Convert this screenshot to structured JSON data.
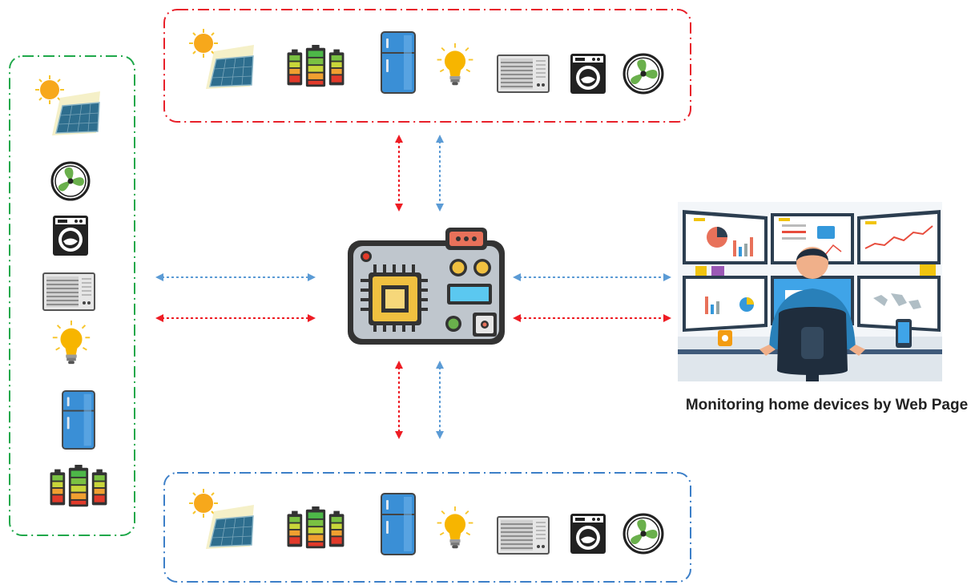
{
  "caption": "Monitoring home devices by Web Page",
  "colors": {
    "group_top": "#e8202a",
    "group_left": "#1fa84a",
    "group_bottom": "#3c7fc8",
    "arrow_red": "#ee1c24",
    "arrow_blue": "#5b9bd5"
  },
  "device_icons": [
    "solar-panel-icon",
    "battery-icon",
    "refrigerator-icon",
    "light-bulb-icon",
    "air-conditioner-icon",
    "washing-machine-icon",
    "fan-icon"
  ],
  "groups": [
    {
      "id": "top",
      "orientation": "horizontal"
    },
    {
      "id": "left",
      "orientation": "vertical"
    },
    {
      "id": "bottom",
      "orientation": "horizontal"
    }
  ],
  "controller_icon": "microcontroller-board-icon",
  "monitor_icon": "monitoring-workstation-icon"
}
